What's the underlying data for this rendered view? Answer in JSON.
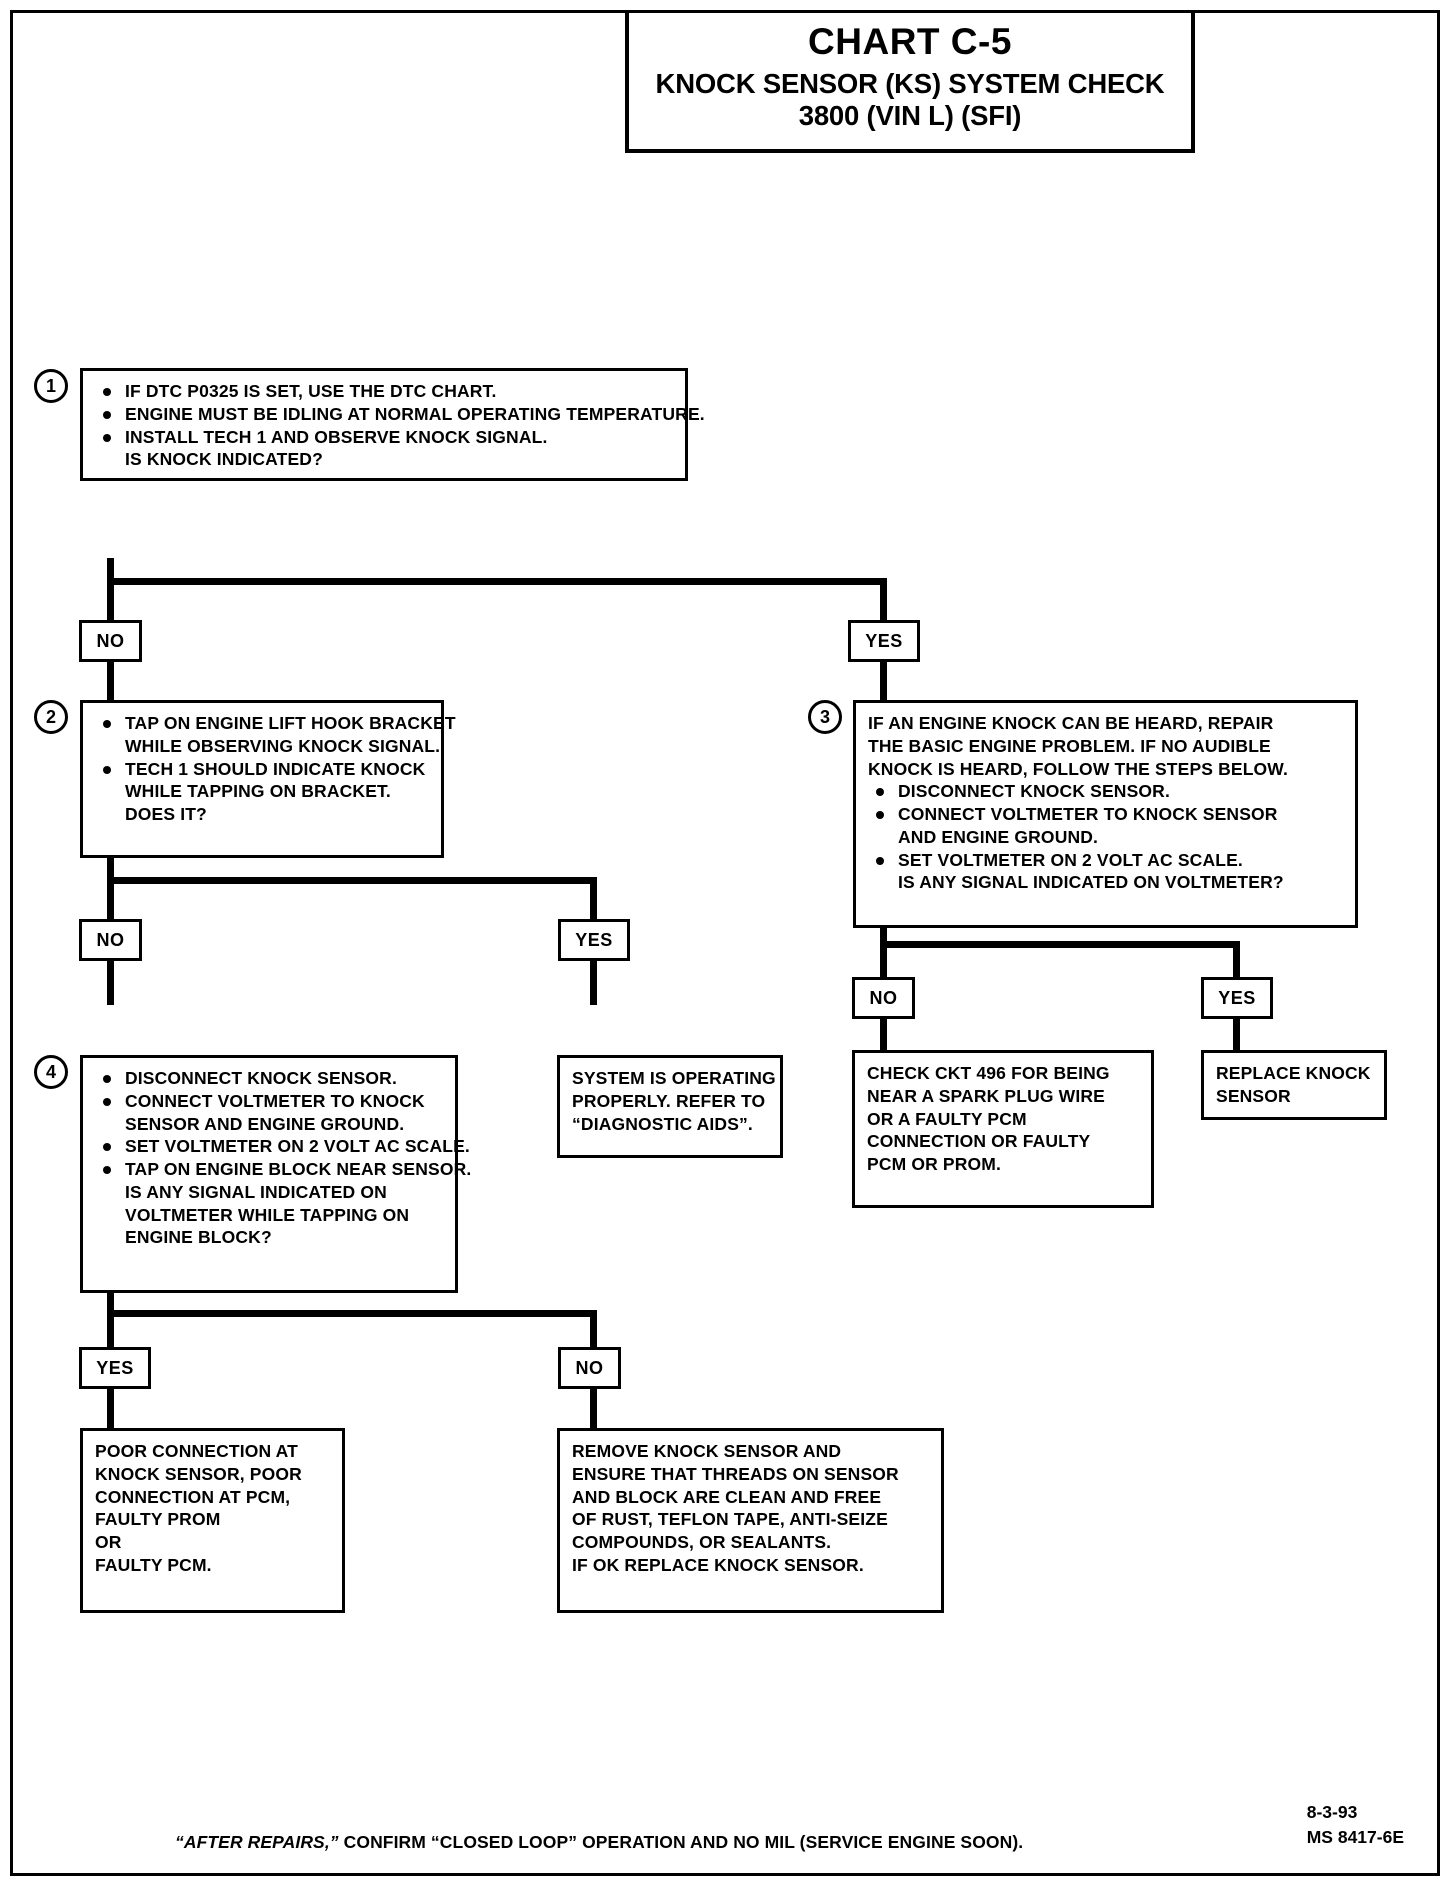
{
  "header": {
    "chart_number": "CHART C-5",
    "title_line1": "KNOCK SENSOR (KS) SYSTEM CHECK",
    "title_line2": "3800  (VIN L)  (SFI)"
  },
  "steps": {
    "step1_number": "1",
    "step2_number": "2",
    "step3_number": "3",
    "step4_number": "4"
  },
  "box1": {
    "l1": "IF DTC P0325 IS SET, USE THE DTC CHART.",
    "l2": "ENGINE MUST BE IDLING AT NORMAL OPERATING TEMPERATURE.",
    "l3": "INSTALL TECH 1 AND OBSERVE KNOCK SIGNAL.",
    "l4": "IS KNOCK INDICATED?"
  },
  "box2": {
    "l1": "TAP ON ENGINE LIFT HOOK BRACKET",
    "l2": "WHILE OBSERVING KNOCK SIGNAL.",
    "l3": "TECH 1 SHOULD INDICATE KNOCK",
    "l4": "WHILE TAPPING ON BRACKET.",
    "l5": "DOES IT?"
  },
  "box3": {
    "l1": "IF AN ENGINE KNOCK CAN BE HEARD, REPAIR",
    "l2": "THE BASIC ENGINE PROBLEM.  IF NO AUDIBLE",
    "l3": "KNOCK IS HEARD, FOLLOW THE STEPS BELOW.",
    "l4": "DISCONNECT KNOCK SENSOR.",
    "l5": "CONNECT VOLTMETER TO KNOCK SENSOR",
    "l6": "AND ENGINE GROUND.",
    "l7": "SET VOLTMETER ON 2 VOLT AC SCALE.",
    "l8": "IS ANY SIGNAL INDICATED ON VOLTMETER?"
  },
  "box4": {
    "l1": "DISCONNECT KNOCK SENSOR.",
    "l2": "CONNECT VOLTMETER TO KNOCK",
    "l3": "SENSOR AND ENGINE GROUND.",
    "l4": "SET VOLTMETER ON 2 VOLT AC SCALE.",
    "l5": "TAP ON ENGINE BLOCK NEAR SENSOR.",
    "l6": "IS ANY SIGNAL INDICATED ON",
    "l7": "VOLTMETER WHILE TAPPING ON",
    "l8": "ENGINE BLOCK?"
  },
  "box_system_ok": {
    "l1": "SYSTEM IS OPERATING",
    "l2": "PROPERLY.  REFER TO",
    "l3": "“DIAGNOSTIC AIDS”."
  },
  "box_ckt496": {
    "l1": "CHECK CKT 496 FOR BEING",
    "l2": "NEAR A SPARK PLUG WIRE",
    "l3": "OR A FAULTY PCM",
    "l4": "CONNECTION OR FAULTY",
    "l5": "PCM OR PROM."
  },
  "box_replace": {
    "l1": "REPLACE KNOCK",
    "l2": "SENSOR"
  },
  "box_poor_conn": {
    "l1": "POOR CONNECTION AT",
    "l2": "KNOCK SENSOR, POOR",
    "l3": "CONNECTION AT PCM,",
    "l4": "FAULTY PROM",
    "l5": "OR",
    "l6": "FAULTY PCM."
  },
  "box_remove": {
    "l1": "REMOVE KNOCK SENSOR AND",
    "l2": "ENSURE THAT THREADS ON SENSOR",
    "l3": "AND BLOCK ARE CLEAN AND FREE",
    "l4": "OF RUST, TEFLON TAPE, ANTI-SEIZE",
    "l5": "COMPOUNDS, OR SEALANTS.",
    "l6": "IF OK REPLACE KNOCK SENSOR."
  },
  "branch_labels": {
    "b1_no": "NO",
    "b1_yes": "YES",
    "b2_no": "NO",
    "b2_yes": "YES",
    "b3_no": "NO",
    "b3_yes": "YES",
    "b4_yes": "YES",
    "b4_no": "NO"
  },
  "footer": {
    "note_pre": "“AFTER REPAIRS,”",
    "note_post": " CONFIRM “CLOSED LOOP” OPERATION AND NO MIL (SERVICE ENGINE SOON).",
    "date": "8-3-93",
    "doc_id": "MS 8417-6E"
  }
}
